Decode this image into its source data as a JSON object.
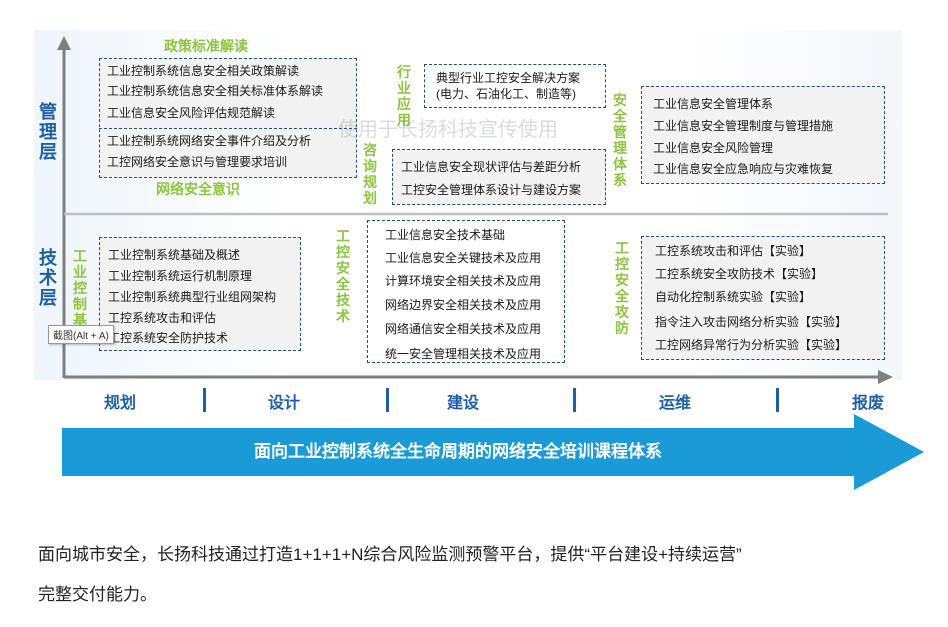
{
  "axis": {
    "management": "管理层",
    "technical": "技术层"
  },
  "top": {
    "policy_title": "政策标准解读",
    "policy_items": [
      "工业控制系统信息安全相关政策解读",
      "工业控制系统信息安全相关标准体系解读",
      "工业信息安全风险评估规范解读"
    ],
    "awareness_items": [
      "工业控制系统网络安全事件介绍及分析",
      "工控网络安全意识与管理要求培训"
    ],
    "awareness_title": "网络安全意识",
    "industry_label": "行业应用",
    "industry_item": "典型行业工控安全解决方案\n(电力、石油化工、制造等)",
    "consult_label": "咨询规划",
    "consult_items": [
      "工业信息安全现状评估与差距分析",
      "工控安全管理体系设计与建设方案"
    ],
    "secmgmt_label": "安全管理体系",
    "secmgmt_items": [
      "工业信息安全管理体系",
      "工业信息安全管理制度与管理措施",
      "工业信息安全风险管理",
      "工业信息安全应急响应与灾难恢复"
    ]
  },
  "bottom": {
    "basic_label": "工业控制基础",
    "basic_items": [
      "工业控制系统基础及概述",
      "工业控制系统运行机制原理",
      "工业控制系统典型行业组网架构",
      "工控系统攻击和评估",
      "工控系统安全防护技术"
    ],
    "tech_label": "工控安全技术",
    "tech_items": [
      "工业信息安全技术基础",
      "工业信息安全关键技术及应用",
      "计算环境安全相关技术及应用",
      "网络边界安全相关技术及应用",
      "网络通信安全相关技术及应用",
      "统一安全管理相关技术及应用"
    ],
    "attack_label": "工控安全攻防",
    "attack_items": [
      "工控系统攻击和评估【实验】",
      "工控系统安全攻防技术【实验】",
      "自动化控制系统实验【实验】",
      "指令注入攻击网络分析实验【实验】",
      "工控网络异常行为分析实验【实验】"
    ]
  },
  "phases": [
    "规划",
    "设计",
    "建设",
    "运维",
    "报废"
  ],
  "banner": "面向工业控制系统全生命周期的网络安全培训课程体系",
  "watermark": "使用于长扬科技宣传使用",
  "tooltip": "截图(Alt + A)",
  "paragraph": {
    "line1": "面向城市安全，长扬科技通过打造1+1+1+N综合风险监测预警平台，提供“平台建设+持续运营”",
    "line2": "完整交付能力。"
  },
  "colors": {
    "blue": "#1f5fa8",
    "green": "#8dc63f",
    "banner": "#1a9ad6",
    "dash": "#1f4e8c"
  }
}
